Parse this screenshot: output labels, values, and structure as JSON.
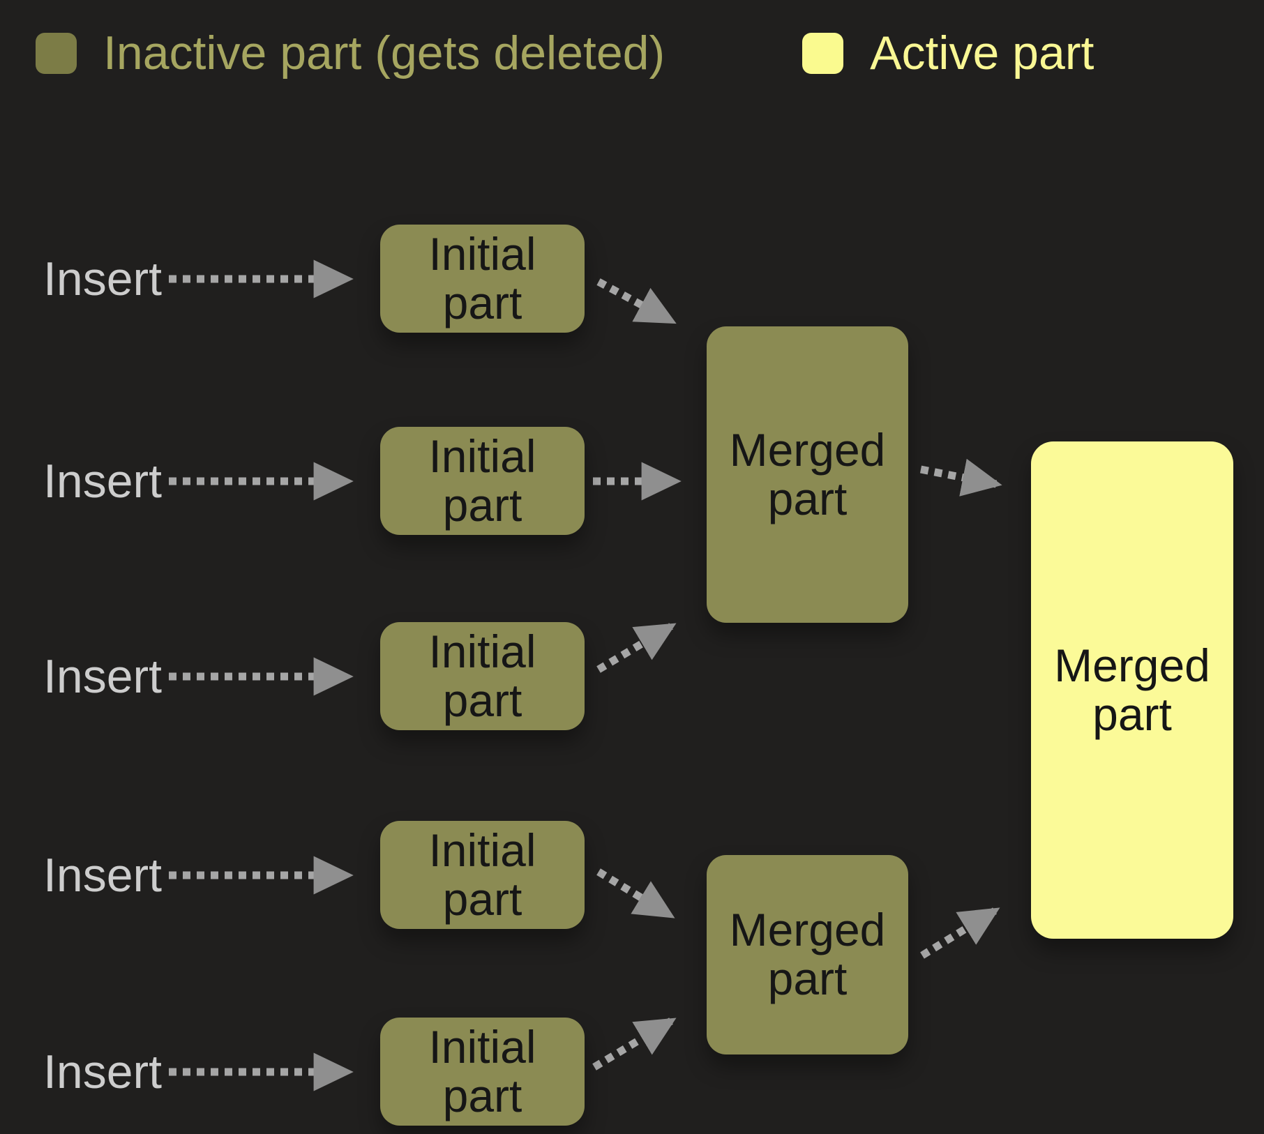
{
  "legend": {
    "inactive": {
      "label": "Inactive part (gets deleted)"
    },
    "active": {
      "label": "Active part"
    }
  },
  "colors": {
    "background": "#201f1e",
    "inactive_part": "#8b8b53",
    "inactive_swatch": "#7c7c46",
    "active_part": "#fbfa98",
    "active_swatch": "#fafa8f",
    "inactive_text": "#a6a660",
    "active_text": "#f9f794",
    "insert_text": "#cdcdcd",
    "node_text": "#161616",
    "arrow": "#a6a6a6",
    "arrowhead": "#8f8f8f"
  },
  "rows": [
    {
      "insert_label": "Insert",
      "part_label": "Initial part"
    },
    {
      "insert_label": "Insert",
      "part_label": "Initial part"
    },
    {
      "insert_label": "Insert",
      "part_label": "Initial part"
    },
    {
      "insert_label": "Insert",
      "part_label": "Initial part"
    },
    {
      "insert_label": "Insert",
      "part_label": "Initial part"
    }
  ],
  "merged_parts": {
    "upper": {
      "label": "Merged part"
    },
    "lower": {
      "label": "Merged part"
    },
    "final": {
      "label": "Merged part"
    }
  }
}
